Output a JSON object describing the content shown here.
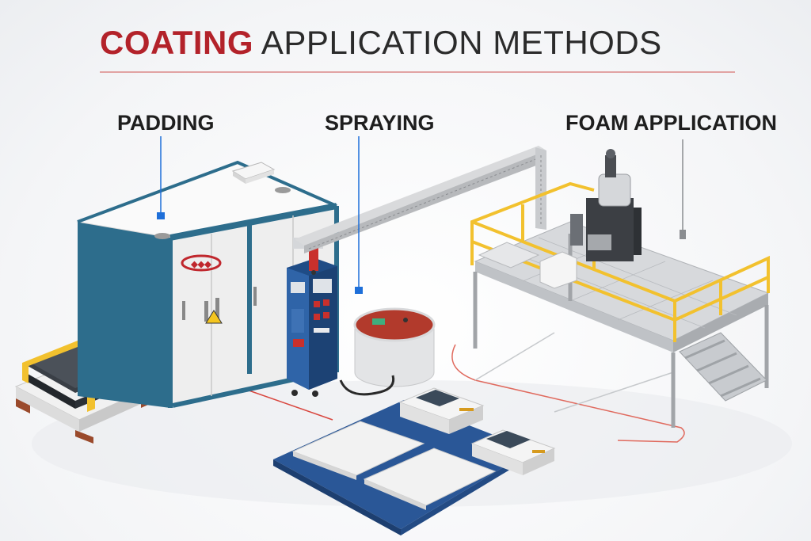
{
  "title": {
    "accent": "COATING",
    "rest": "APPLICATION METHODS"
  },
  "labels": {
    "padding": "PADDING",
    "spraying": "SPRAYING",
    "foam": "FOAM APPLICATION"
  },
  "colors": {
    "accent": "#b3222a",
    "rule": "#e1a3a3",
    "panel_blue": "#2d6d8c",
    "platform_blue": "#2a5797",
    "railing_yellow": "#f2c12e",
    "pointer_blue": "#1e6fd9"
  }
}
